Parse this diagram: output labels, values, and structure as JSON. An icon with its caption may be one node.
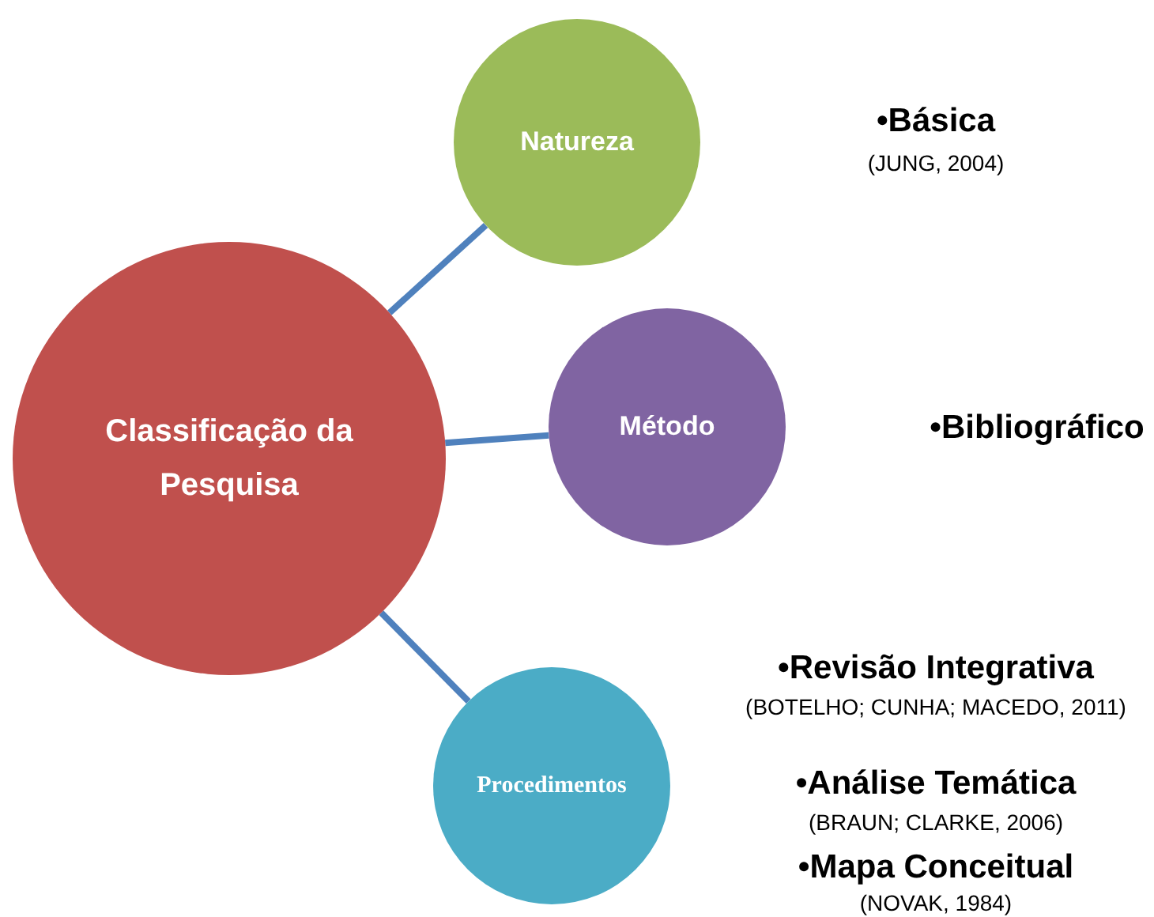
{
  "diagram": {
    "nodes": [
      {
        "text": [
          "Classificação da Pesquisa"
        ]
      },
      {
        "text": [
          "Natureza"
        ]
      },
      {
        "text": [
          "Método"
        ]
      },
      {
        "text": [
          "Procedimentos"
        ]
      }
    ],
    "edges": [
      {
        "from": 0,
        "to": 1,
        "arrow": "none"
      },
      {
        "from": 0,
        "to": 2,
        "arrow": "none"
      },
      {
        "from": 0,
        "to": 3,
        "arrow": "none"
      }
    ],
    "labels": [
      "•Básica",
      "(JUNG, 2004)",
      "•Bibliográfico",
      "•Revisão Integrativa",
      "(BOTELHO; CUNHA; MACEDO, 2011)",
      "•Análise Temática",
      "(BRAUN; CLARKE, 2006)",
      "•Mapa Conceitual",
      "(NOVAK, 1984)"
    ]
  }
}
